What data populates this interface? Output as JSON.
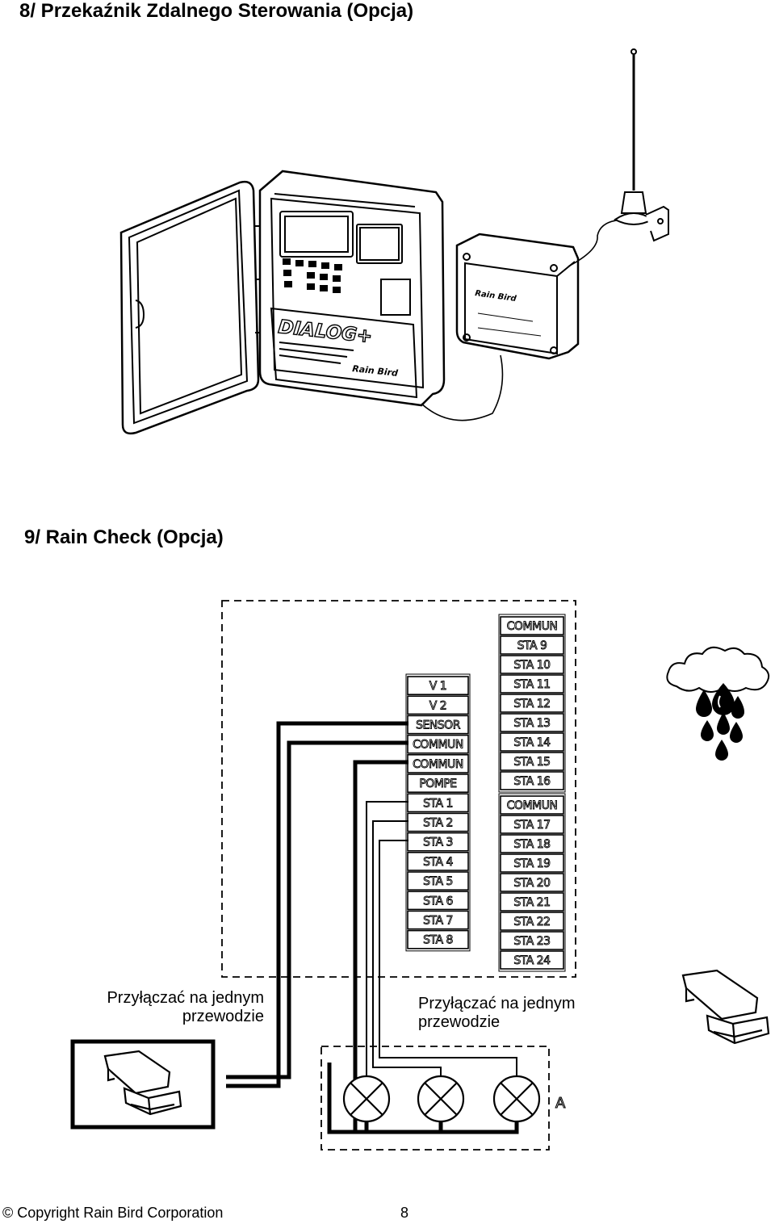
{
  "section8": {
    "title": "8/ Przekaźnik Zdalnego Sterowania (Opcja)"
  },
  "section9": {
    "title": "9/ Rain Check (Opcja)"
  },
  "controller": {
    "brand_text": "DIALOG+",
    "logo_text": "Rain Bird"
  },
  "receiver": {
    "logo_text": "Rain Bird"
  },
  "terminal_left": [
    "V 1",
    "V 2",
    "SENSOR",
    "COMMUN",
    "COMMUN",
    "POMPE",
    "STA 1",
    "STA 2",
    "STA 3",
    "STA 4",
    "STA 5",
    "STA 6",
    "STA 7",
    "STA 8"
  ],
  "terminal_right_a": [
    "COMMUN",
    "STA 9",
    "STA 10",
    "STA 11",
    "STA 12",
    "STA 13",
    "STA 14",
    "STA 15",
    "STA 16"
  ],
  "terminal_right_b": [
    "COMMUN",
    "STA 17",
    "STA 18",
    "STA 19",
    "STA 20",
    "STA 21",
    "STA 22",
    "STA 23",
    "STA 24"
  ],
  "label_left": {
    "line1": "Przyłączać na jednym",
    "line2": "przewodzie"
  },
  "label_right": {
    "line1": "Przyłączać na jednym",
    "line2": "przewodzie"
  },
  "valve_group_label": "A",
  "icons": {
    "rain": "rain-cloud-icon",
    "sensor": "rain-sensor-icon",
    "valve": "valve-icon"
  },
  "footer": {
    "copyright": "© Copyright Rain Bird Corporation",
    "page": "8"
  }
}
